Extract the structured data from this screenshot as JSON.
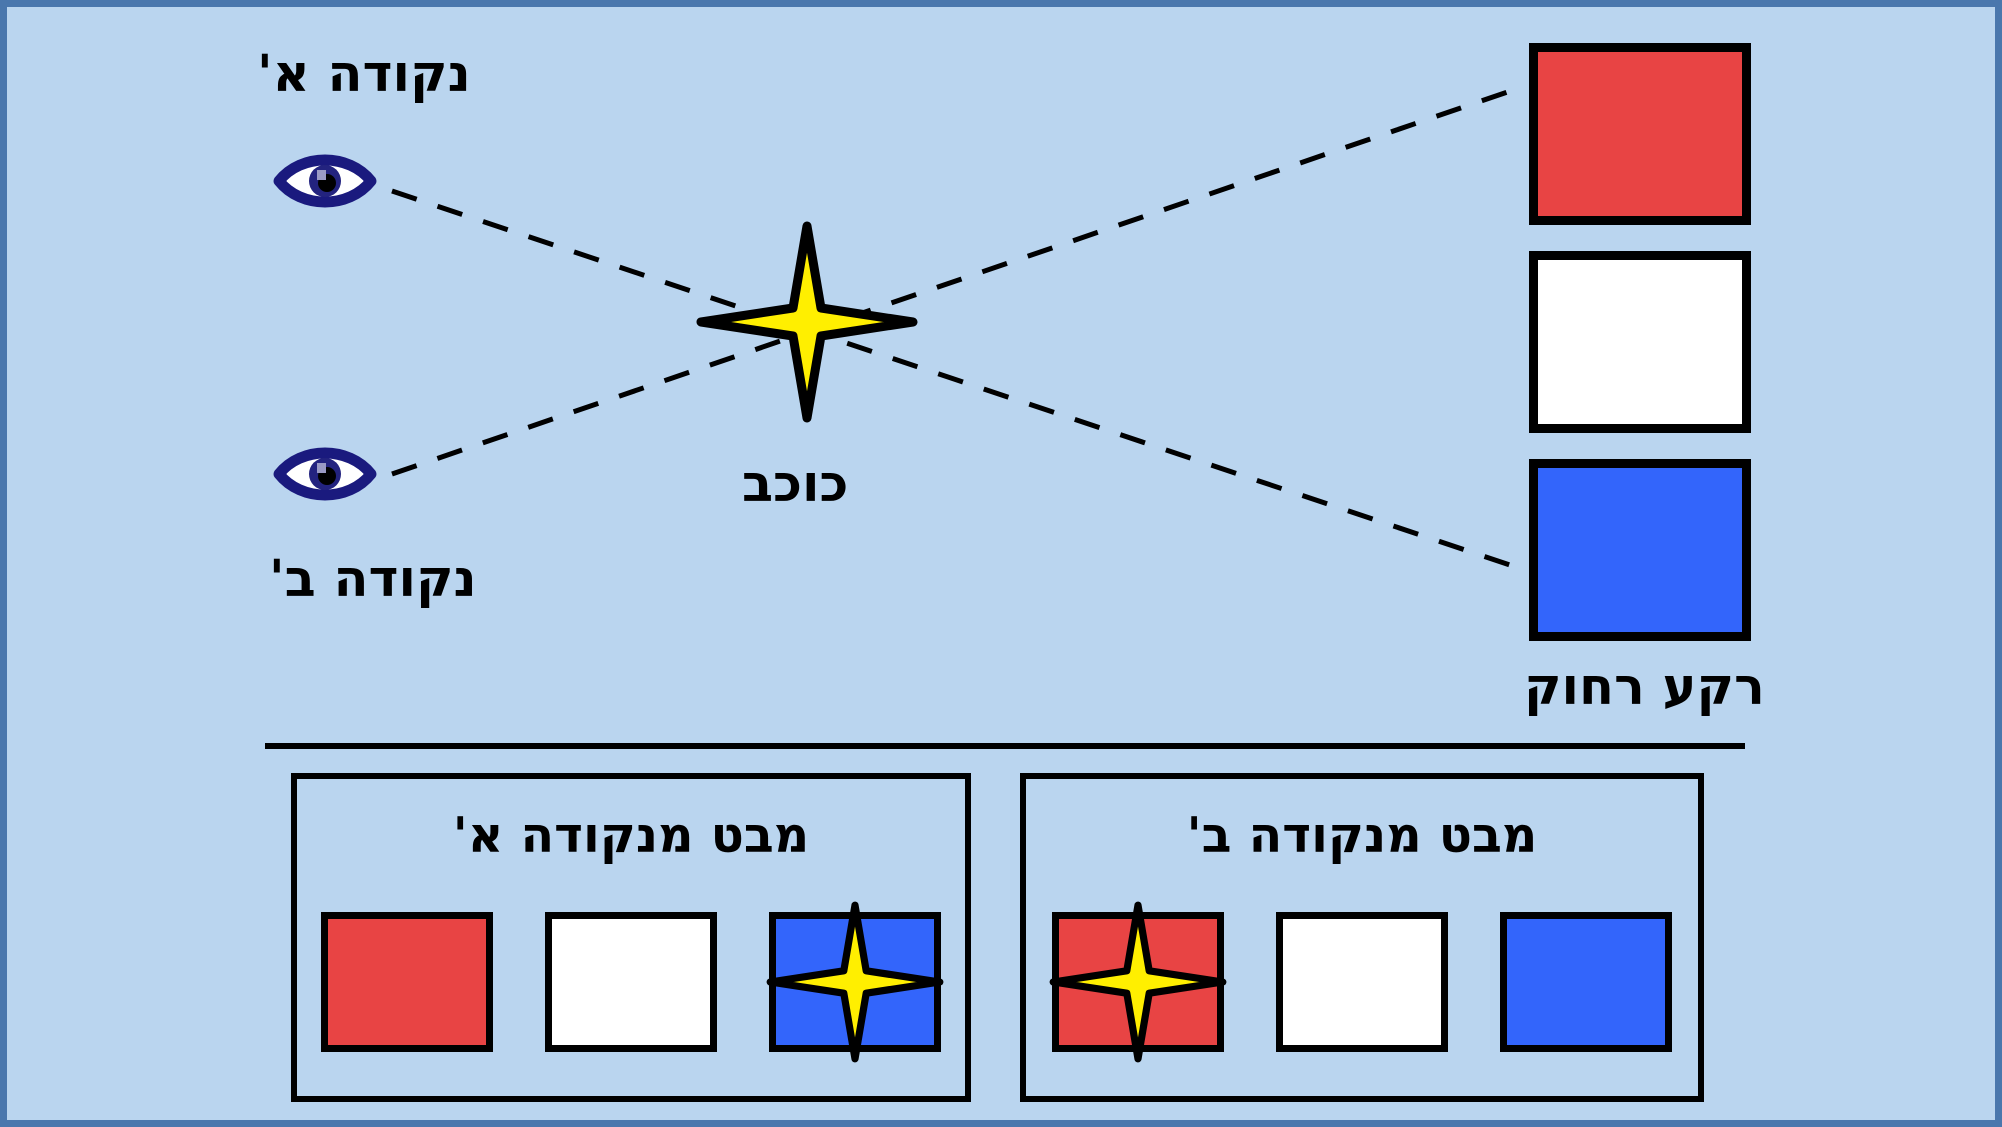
{
  "diagram": {
    "title": "Stellar parallax diagram",
    "background_color": "#bad5ef",
    "frame_color": "#4a77ad"
  },
  "scene": {
    "observer_a": {
      "label": "נקודה א'",
      "icon": "eye-icon"
    },
    "observer_b": {
      "label": "נקודה ב'",
      "icon": "eye-icon"
    },
    "star": {
      "label": "כוכב",
      "icon": "four-point-star-icon",
      "color": "#ffef00"
    },
    "backdrop": {
      "label": "רקע רחוק",
      "squares": [
        {
          "name": "red-backdrop-square",
          "color": "#e84444"
        },
        {
          "name": "white-backdrop-square",
          "color": "#ffffff"
        },
        {
          "name": "blue-backdrop-square",
          "color": "#3365fb"
        }
      ]
    },
    "sight_lines": {
      "style": "dashed",
      "color": "#000000",
      "from_a_to": "blue-backdrop-square",
      "from_b_to": "red-backdrop-square"
    }
  },
  "views": [
    {
      "name": "view-from-point-a",
      "title": "מבט מנקודה א'",
      "cells": [
        {
          "name": "red-cell",
          "color": "#e84444",
          "has_star": false
        },
        {
          "name": "white-cell",
          "color": "#ffffff",
          "has_star": false
        },
        {
          "name": "blue-cell",
          "color": "#3365fb",
          "has_star": true
        }
      ]
    },
    {
      "name": "view-from-point-b",
      "title": "מבט מנקודה ב'",
      "cells": [
        {
          "name": "red-cell",
          "color": "#e84444",
          "has_star": true
        },
        {
          "name": "white-cell",
          "color": "#ffffff",
          "has_star": false
        },
        {
          "name": "blue-cell",
          "color": "#3365fb",
          "has_star": false
        }
      ]
    }
  ],
  "colors": {
    "red": "#e84444",
    "white": "#ffffff",
    "blue": "#3365fb",
    "star_yellow": "#ffef00",
    "eye_navy": "#1a1a7e",
    "outline": "#000000",
    "background": "#bad5ef"
  }
}
